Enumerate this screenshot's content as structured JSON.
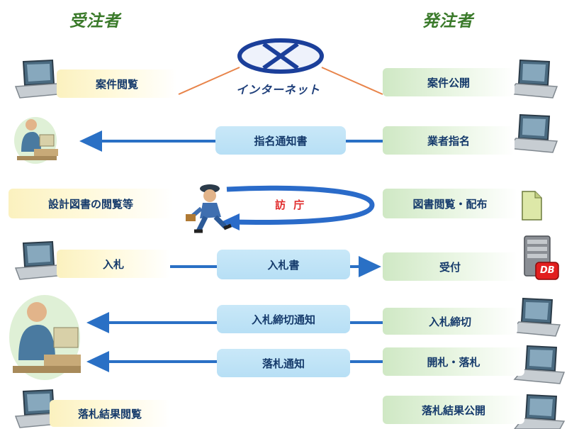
{
  "headings": {
    "contractor": "受注者",
    "client": "発注者"
  },
  "network_label": "インターネット",
  "contractor_boxes": [
    "案件閲覧",
    "設計図書の閲覧等",
    "入札",
    "落札結果閲覧"
  ],
  "client_boxes": [
    "案件公開",
    "業者指名",
    "図書閲覧・配布",
    "受付",
    "入札締切",
    "開札・落札",
    "落札結果公開"
  ],
  "messages": [
    "指名通知書",
    "入札書",
    "入札締切通知",
    "落札通知"
  ],
  "loop_label": "訪 庁",
  "db_label": "DB"
}
